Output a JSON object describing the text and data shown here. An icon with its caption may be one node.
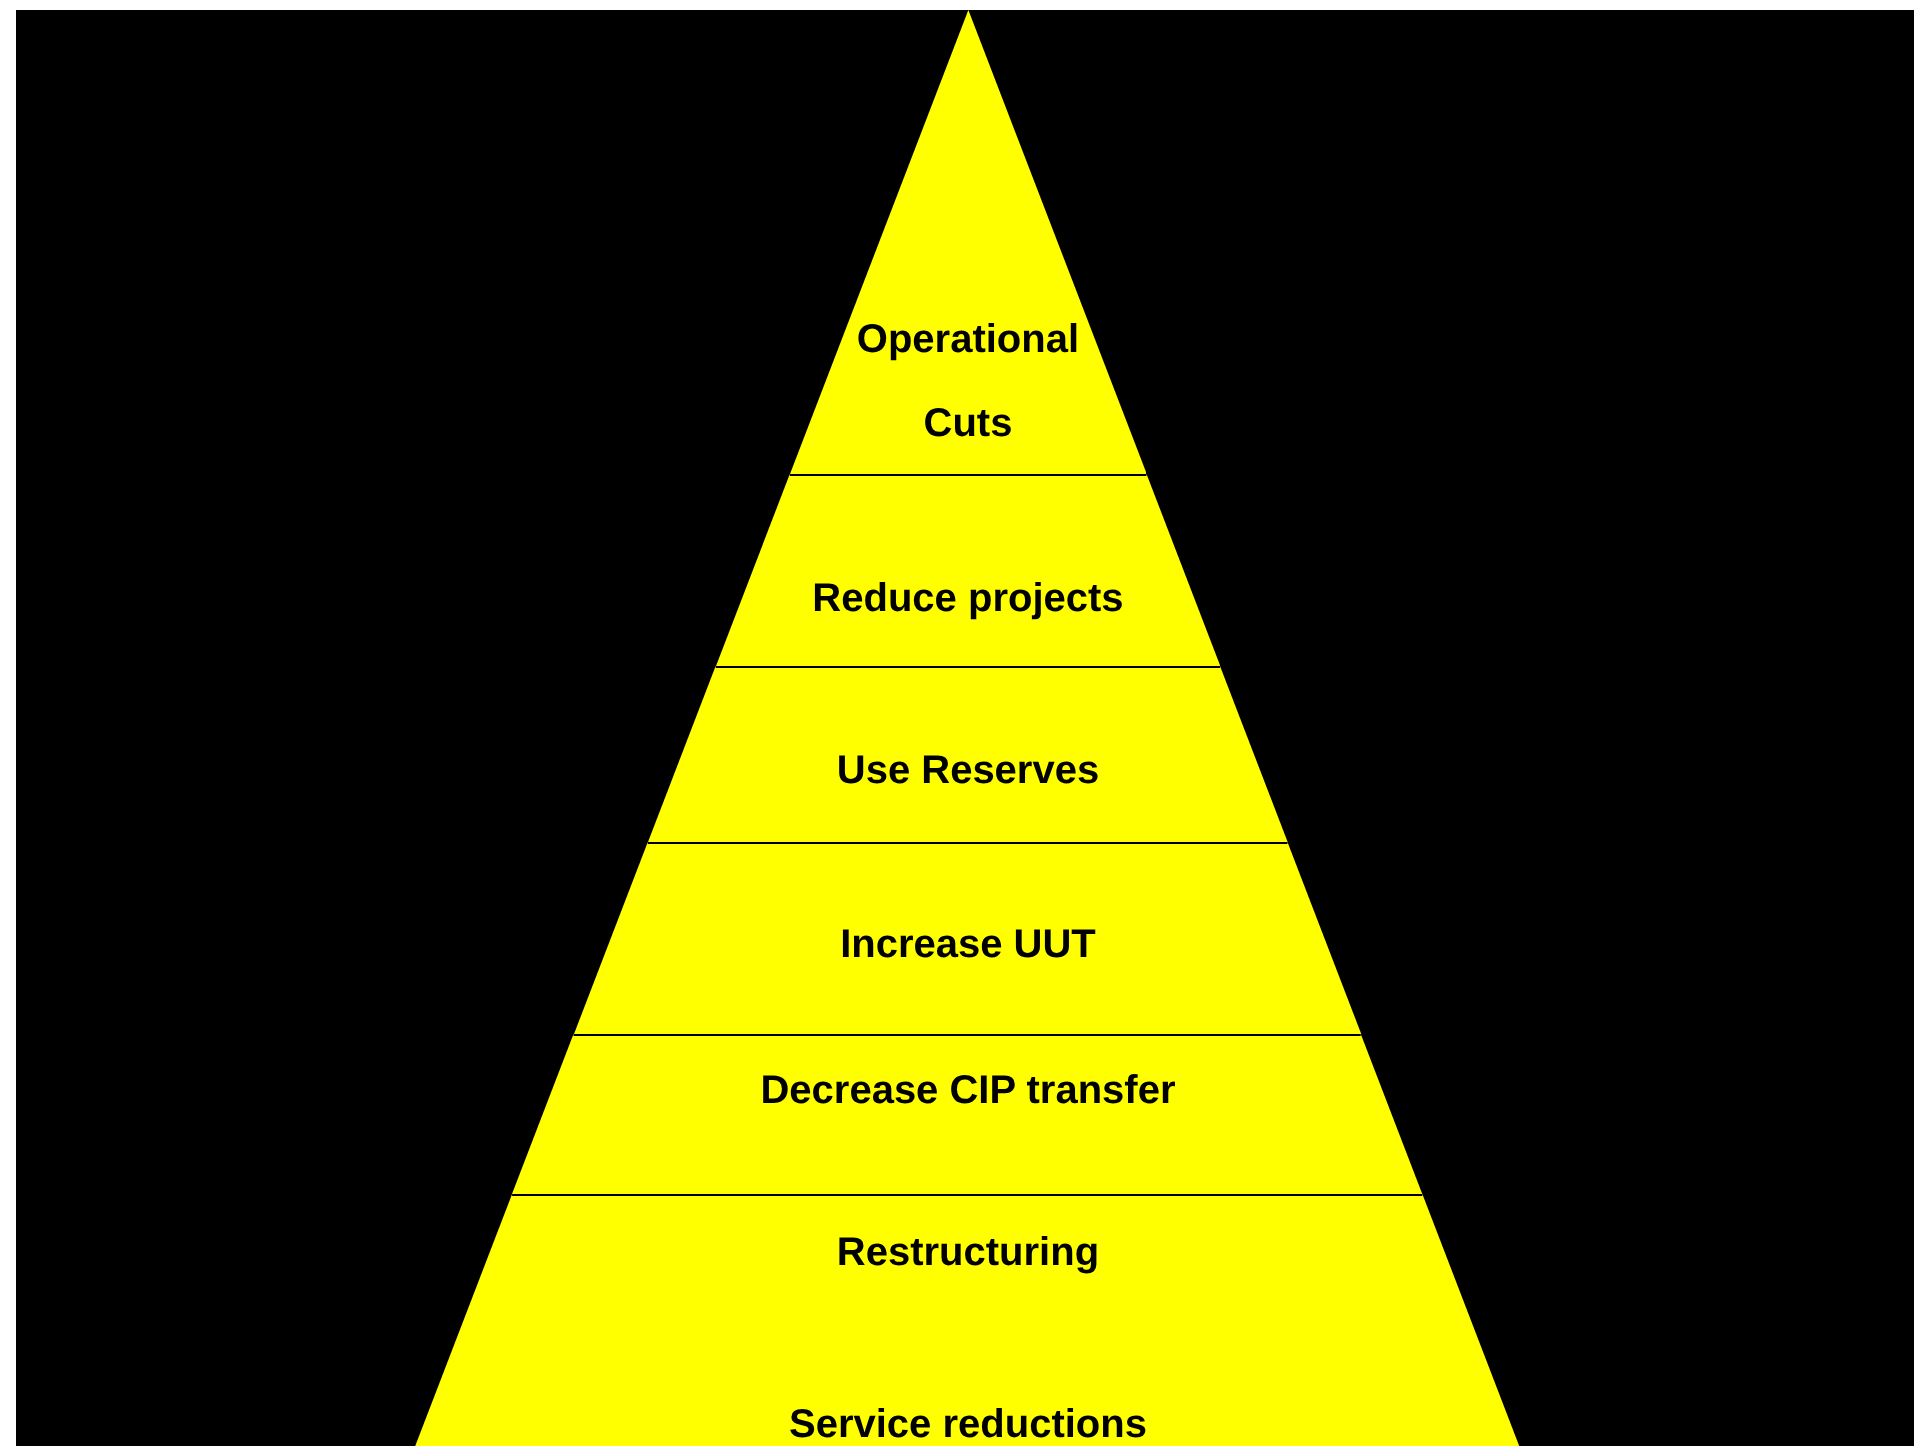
{
  "diagram": {
    "nodes": [
      {
        "text": [
          "Operational Cuts"
        ]
      },
      {
        "text": [
          "Reduce projects"
        ]
      },
      {
        "text": [
          "Use Reserves"
        ]
      },
      {
        "text": [
          "Increase UUT"
        ]
      },
      {
        "text": [
          "Decrease CIP transfer"
        ]
      },
      {
        "text": [
          "Restructuring",
          "Service reductions"
        ]
      }
    ]
  }
}
